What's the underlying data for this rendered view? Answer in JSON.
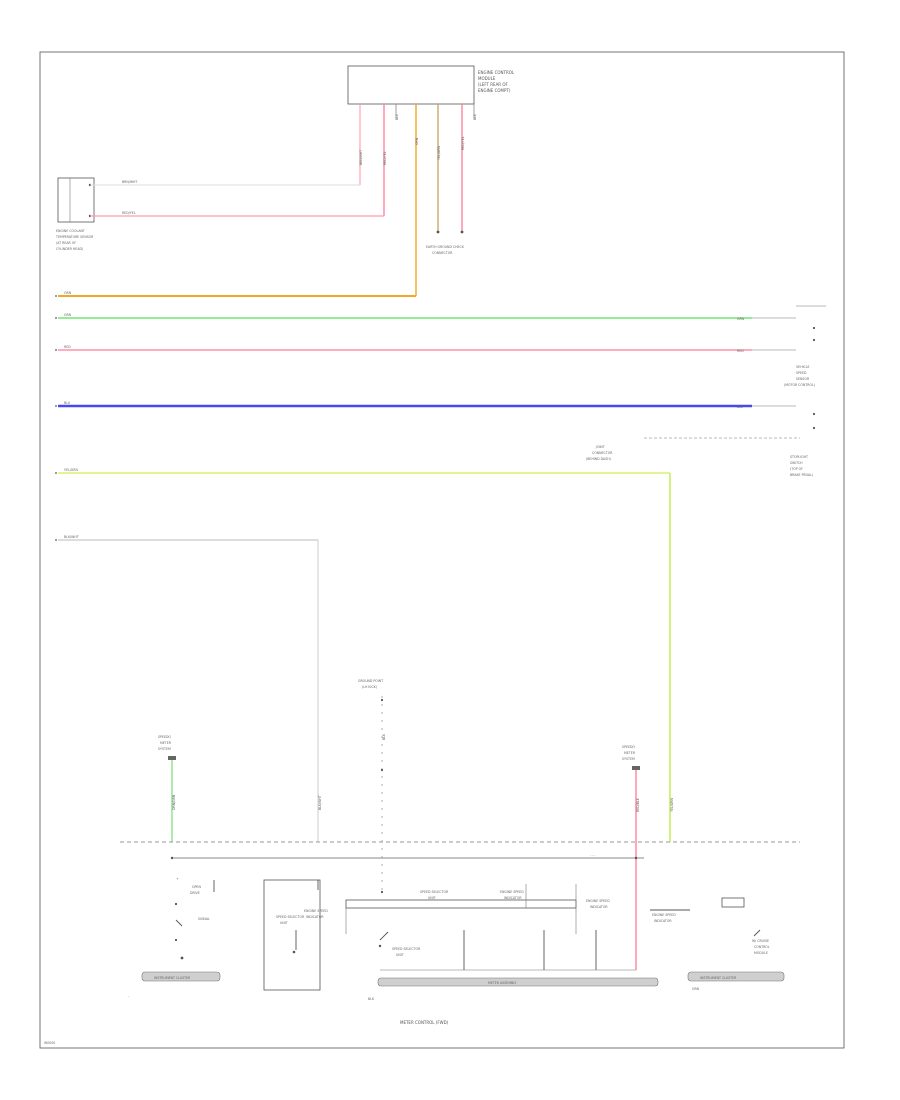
{
  "diagram": {
    "page_code": "W0000",
    "top_module": [
      "ENGINE CONTROL",
      "MODULE",
      "(LEFT REAR OF",
      "ENGINE COMPT)"
    ],
    "sensor_label": [
      "ENGINE COOLANT",
      "TEMPERATURE SENSOR",
      "(AT REAR OF",
      "CYLINDER HEAD)"
    ],
    "sensor_wire_top": "BRN/WHT",
    "sensor_wire_bottom": "RED/YEL",
    "ground_label": [
      "EARTH GROUND CHECK",
      "CONNECTOR"
    ],
    "bus_wires": [
      {
        "id": "orange",
        "label": "ORN",
        "color": "#f5a623"
      },
      {
        "id": "green",
        "label": "GRN",
        "color": "#55e055"
      },
      {
        "id": "red",
        "label": "RED",
        "color": "#ff7b96"
      },
      {
        "id": "blue",
        "label": "BLU",
        "color": "#4848f0"
      },
      {
        "id": "yellow",
        "label": "YEL/GRN",
        "color": "#d8f070"
      },
      {
        "id": "gray",
        "label": "BLK/WHT",
        "color": "#bbbbbb"
      }
    ],
    "right_tags": [
      "GRN",
      "RED",
      "BLU"
    ],
    "right_sensor": [
      "VEHICLE",
      "SPEED",
      "SENSOR",
      "(MOTOR CONTROL)"
    ],
    "right_connector": [
      "STOPLIGHT",
      "SWITCH",
      "(TOP OF",
      "BRAKE PEDAL)"
    ],
    "joint_label": [
      "JOINT",
      "CONNECTOR",
      "(BEHIND DASH)"
    ],
    "center_connector": [
      "GROUND POINT",
      "(LH KICK)"
    ],
    "left_connector": [
      "SPEEDO",
      "METER",
      "SYSTEM"
    ],
    "right_bottom_connector": [
      "SPEEDO",
      "METER",
      "SYSTEM"
    ],
    "meter_blocks": [
      "SPEED SELECTOR",
      "UNIT",
      "ENGINE SPEED",
      "INDICATOR"
    ],
    "left_box": [
      "OPEN",
      "DRIVE",
      "SIGNAL"
    ],
    "bottom_title": "METER CONTROL (FWD)",
    "bottom_right_label": [
      "W/ CRUISE",
      "CONTROL",
      "MODULE"
    ],
    "bottom_pads": [
      "INSTRUMENT CLUSTER",
      "METER ASSEMBLY",
      "INSTRUMENT CLUSTER"
    ],
    "vertical_wire_labels": [
      "ORN/GRN",
      "BLK/WHT",
      "RED/BLK",
      "YEL/GRN"
    ],
    "module_pin_labels": [
      "BRN/WHT",
      "RED/YEL",
      "BLU",
      "ORN",
      "YEL/GRN",
      "RED/YEL",
      "BLK"
    ],
    "center_feed_label": "BLK",
    "left_bottom_label": "GRN",
    "plus": "+",
    "minus": "-",
    "dashes": "- - -"
  }
}
